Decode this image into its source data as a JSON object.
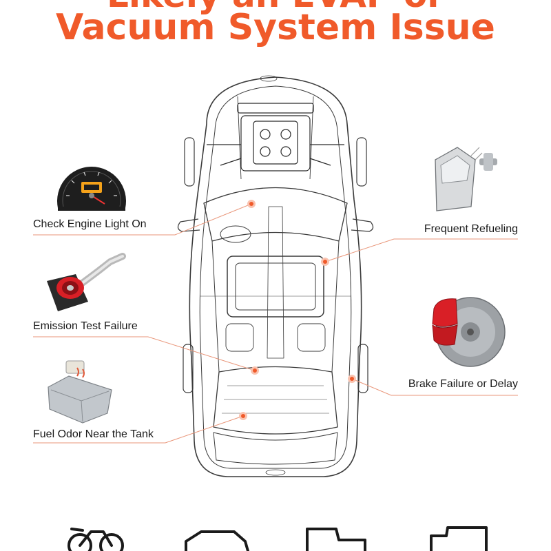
{
  "title": {
    "line1": "Likely an EVAP or",
    "line2": "Vacuum System Issue"
  },
  "symptoms": [
    {
      "label": "Check Engine Light On",
      "icon": "check-engine-gauge-icon"
    },
    {
      "label": "Emission Test Failure",
      "icon": "air-intake-filter-icon"
    },
    {
      "label": "Fuel Odor Near the Tank",
      "icon": "fuel-tank-icon"
    },
    {
      "label": "Frequent Refueling",
      "icon": "car-door-fuel-cap-icon"
    },
    {
      "label": "Brake Failure or Delay",
      "icon": "brake-caliper-icon"
    }
  ],
  "vehicle_icons": [
    "motorcycle-icon",
    "sedan-icon",
    "pickup-truck-icon",
    "box-truck-icon"
  ],
  "colors": {
    "accent": "#f05a2a",
    "line": "#2b2b2b",
    "callout": "#e9967a"
  }
}
